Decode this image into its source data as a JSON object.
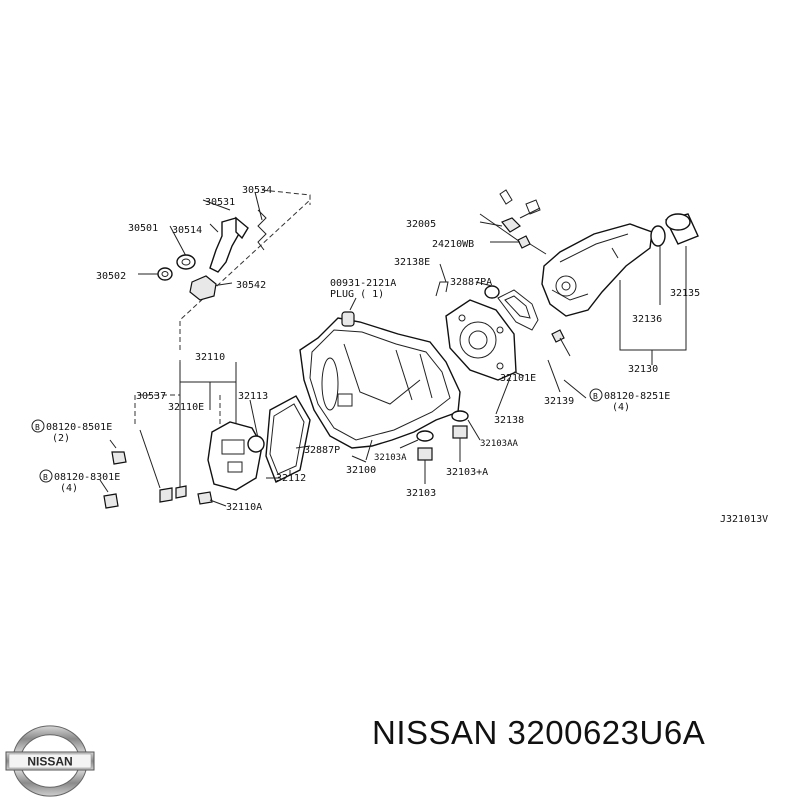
{
  "labels": {
    "p30534": "30534",
    "p30531": "30531",
    "p30501": "30501",
    "p30514": "30514",
    "p30502": "30502",
    "p30542": "30542",
    "p32005": "32005",
    "p24210wb": "24210WB",
    "p32138e": "32138E",
    "p32887pa": "32887PA",
    "p00931": "00931-2121A",
    "plug": "PLUG ( 1)",
    "p32135": "32135",
    "p32136": "32136",
    "p32130": "32130",
    "p32110": "32110",
    "p30537": "30537",
    "p32110e": "32110E",
    "p32113": "32113",
    "b8501": "08120-8501E",
    "b8501q": "(2)",
    "b8301": "08120-8301E",
    "b8301q": "(4)",
    "p32887p": "32887P",
    "p32112": "32112",
    "p32100": "32100",
    "p32103a": "32103A",
    "p32103": "32103",
    "p32103aa": "32103AA",
    "p32103pa": "32103+A",
    "p32101e": "32101E",
    "p32139": "32139",
    "b8251": "08120-8251E",
    "b8251q": "(4)",
    "p32138": "32138",
    "p32110a": "32110A",
    "ref": "J321013V"
  },
  "bolt_mark": "B",
  "brand": {
    "logo_text": "NISSAN",
    "part_caption": "NISSAN 3200623U6A"
  }
}
